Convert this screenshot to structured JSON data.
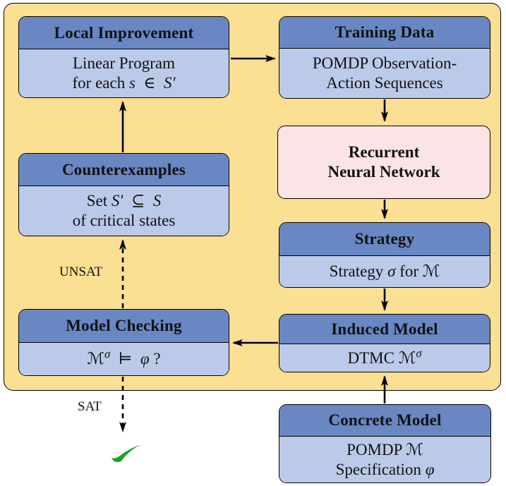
{
  "diagram": {
    "colors": {
      "container_bg": "#FBDF92",
      "box_header_bg": "#6887C3",
      "box_body_bg": "#BCCAE9",
      "rnn_bg": "#FCE3E6",
      "border": "#000000",
      "checkmark_green": "#1EA41E"
    },
    "labels": {
      "unsat": "UNSAT",
      "sat": "SAT"
    },
    "boxes": {
      "local_improvement": {
        "title": "Local Improvement",
        "line1": "Linear Program",
        "line2_pre": "for each ",
        "line2_var1": "s",
        "line2_op": " ∈ ",
        "line2_var2": "S′"
      },
      "training_data": {
        "title": "Training Data",
        "line1": "POMDP Observation-",
        "line2": "Action Sequences"
      },
      "rnn": {
        "line1": "Recurrent",
        "line2": "Neural Network"
      },
      "counterexamples": {
        "title": "Counterexamples",
        "line1_pre": "Set ",
        "line1_var1": "S′",
        "line1_op": " ⊆ ",
        "line1_var2": "S",
        "line2": "of critical states"
      },
      "strategy": {
        "title": "Strategy",
        "body_pre": "Strategy ",
        "body_var1": "σ",
        "body_mid": " for ",
        "body_var2": "ℳ"
      },
      "induced_model": {
        "title": "Induced Model",
        "body_pre": "DTMC ",
        "body_var1": "ℳ",
        "body_sup": "σ"
      },
      "model_checking": {
        "title": "Model Checking",
        "body_var1": "ℳ",
        "body_sup": "σ",
        "body_op": " ⊨ ",
        "body_var2": "φ",
        "body_post": " ?"
      },
      "concrete_model": {
        "title": "Concrete Model",
        "line1_pre": "POMDP ",
        "line1_var1": "ℳ",
        "line2_pre": "Specification ",
        "line2_var1": "φ"
      }
    }
  }
}
